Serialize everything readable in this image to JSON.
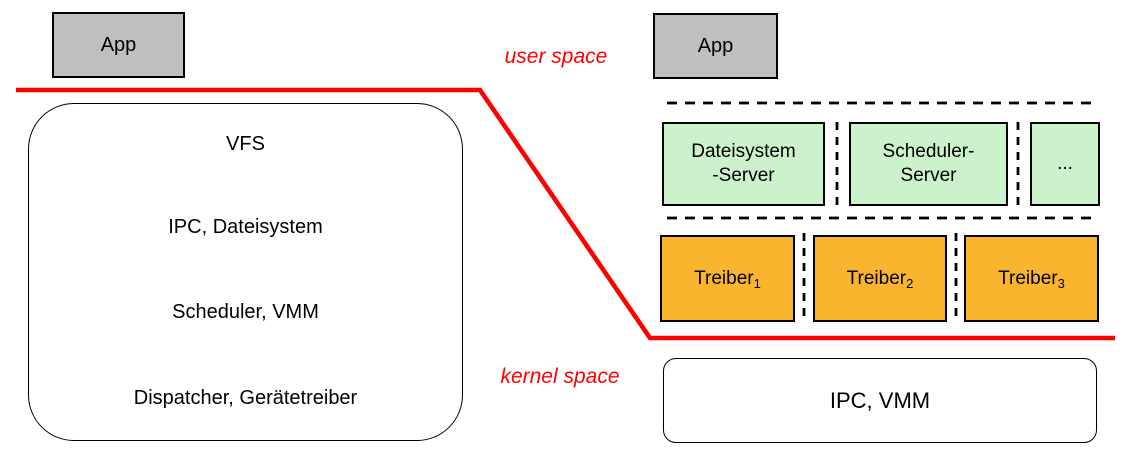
{
  "colors": {
    "boundary_red": "#ff0000",
    "app_gray": "#bfbfbf",
    "server_green": "#ccf2cc",
    "driver_orange": "#fab42e",
    "border_black": "#000000"
  },
  "labels": {
    "user_space": "user space",
    "kernel_space": "kernel space"
  },
  "monolithic": {
    "app_label": "App",
    "layers": [
      "VFS",
      "IPC, Dateisystem",
      "Scheduler, VMM",
      "Dispatcher, Gerätetreiber"
    ]
  },
  "microkernel": {
    "app_label": "App",
    "servers": [
      {
        "line1": "Dateisystem",
        "line2": "-Server"
      },
      {
        "line1": "Scheduler-",
        "line2": "Server"
      },
      {
        "line1": "...",
        "line2": ""
      }
    ],
    "drivers": [
      {
        "label": "Treiber",
        "sub": "1"
      },
      {
        "label": "Treiber",
        "sub": "2"
      },
      {
        "label": "Treiber",
        "sub": "3"
      }
    ],
    "kernel_box_label": "IPC, VMM"
  }
}
